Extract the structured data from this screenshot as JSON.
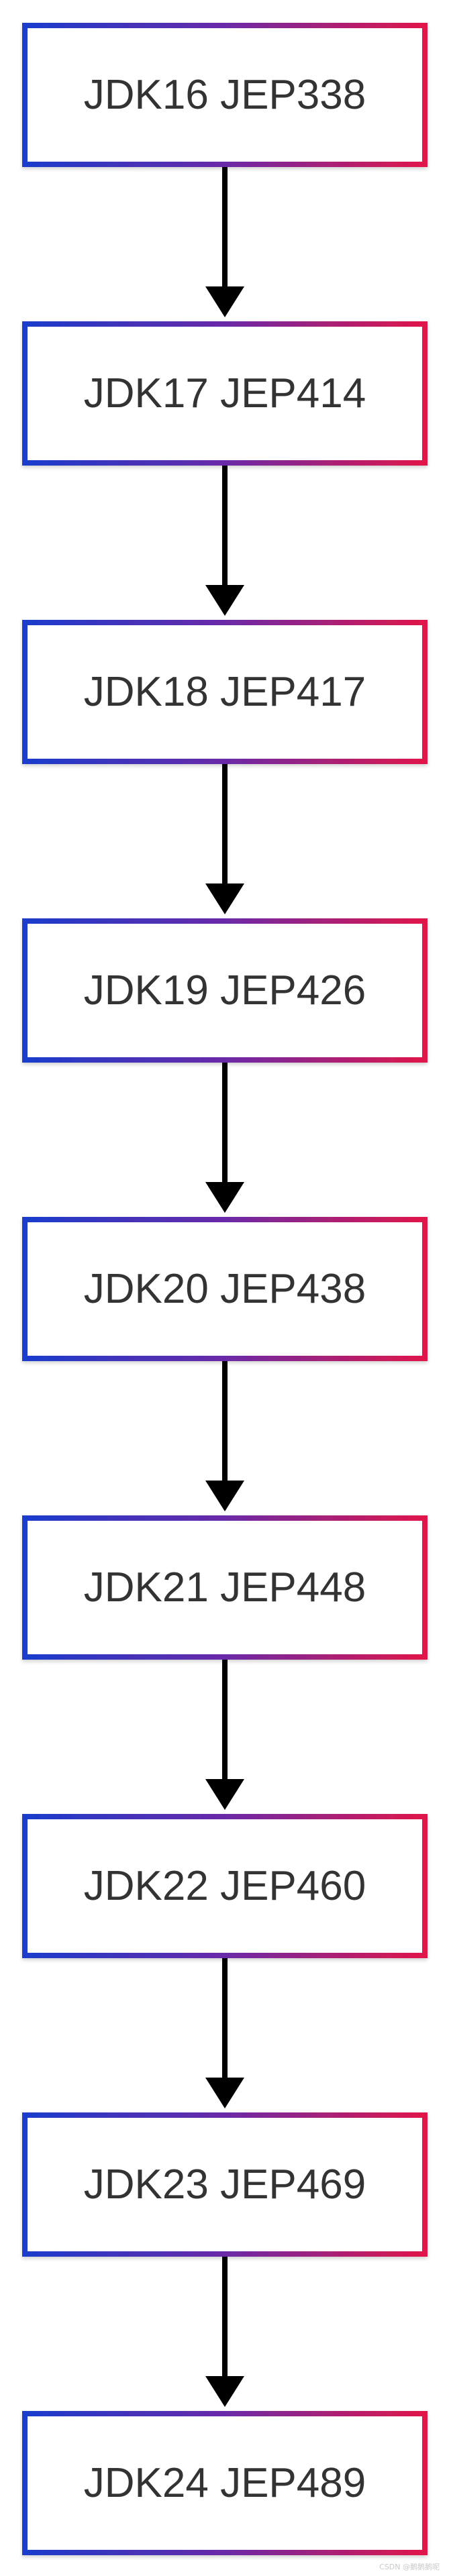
{
  "nodes": [
    {
      "label": "JDK16 JEP338"
    },
    {
      "label": "JDK17 JEP414"
    },
    {
      "label": "JDK18 JEP417"
    },
    {
      "label": "JDK19 JEP426"
    },
    {
      "label": "JDK20 JEP438"
    },
    {
      "label": "JDK21 JEP448"
    },
    {
      "label": "JDK22 JEP460"
    },
    {
      "label": "JDK23 JEP469"
    },
    {
      "label": "JDK24 JEP489"
    }
  ],
  "colors": {
    "border_left": "#1a3ccc",
    "border_mid": "#6a2aa8",
    "border_right": "#e0174a",
    "arrow": "#000000",
    "text": "#333333",
    "background": "#ffffff"
  },
  "watermark": "CSDN @鹅鹅鹅呢"
}
